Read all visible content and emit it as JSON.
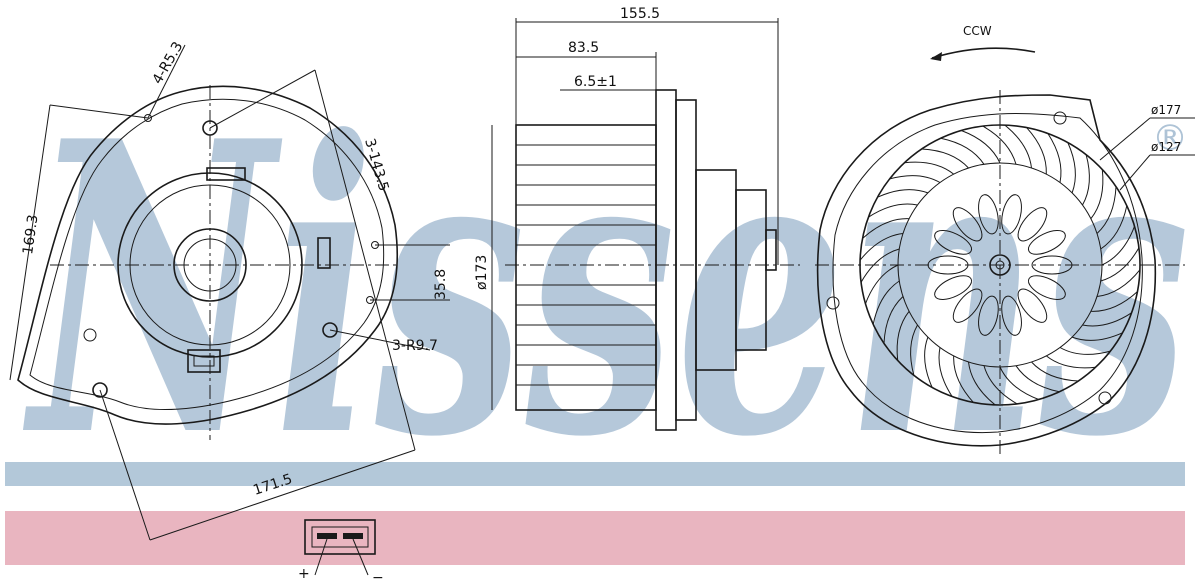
{
  "watermark": {
    "text": "Nissens",
    "color": "#aec3d6"
  },
  "bands": {
    "blue": "#b3c8d9",
    "pink": "#e9b5c0"
  },
  "dimensions": {
    "holes_small": "4-R5.3",
    "holes_large": "3-R9.7",
    "bolt_circle": "3-143.5",
    "height_left": "169.3",
    "width_bottom": "171.5",
    "offset_right": "35.8",
    "total_length": "155.5",
    "length_motor": "83.5",
    "flange_gap": "6.5±1",
    "diameter_housing": "ø173",
    "rotation": "CCW",
    "diameter_outer": "ø177",
    "diameter_wheel": "ø127"
  },
  "connector": {
    "plus": "+",
    "minus": "−"
  },
  "registered_mark": "®"
}
